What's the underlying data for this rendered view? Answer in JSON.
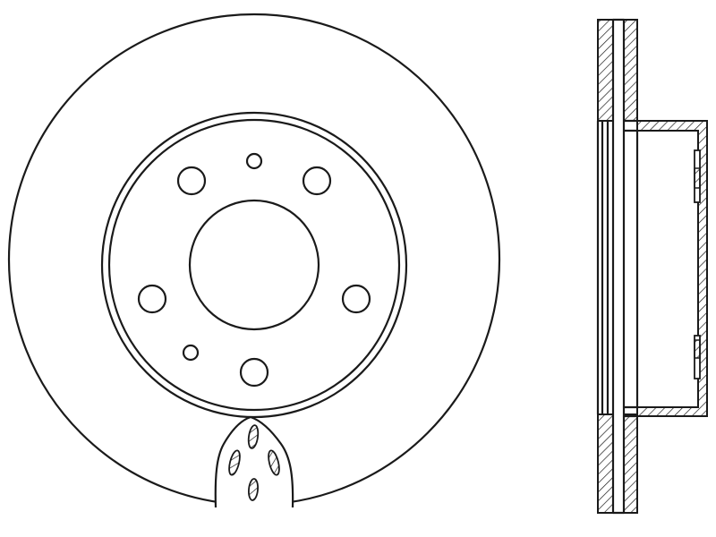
{
  "drawing": {
    "subject": "brake-disc",
    "views": [
      "front-view",
      "side-section-view"
    ],
    "line_color": "#1a1a1a",
    "background_color": "#ffffff",
    "front_view": {
      "stud_hole_count": 5,
      "small_hole_count": 2,
      "has_cutaway": true
    },
    "side_view": {
      "ventilated": true,
      "hatched_section": true
    }
  }
}
